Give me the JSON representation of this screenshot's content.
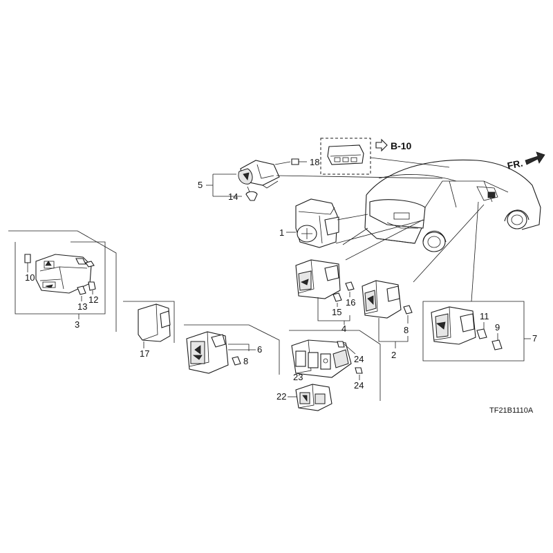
{
  "figure_code": "TF21B1110A",
  "direction_label": "FR.",
  "reference": "B-10",
  "callouts": {
    "c1": "1",
    "c2": "2",
    "c3": "3",
    "c4": "4",
    "c5": "5",
    "c6": "6",
    "c7": "7",
    "c8a": "8",
    "c8b": "8",
    "c9": "9",
    "c10": "10",
    "c11": "11",
    "c12": "12",
    "c13": "13",
    "c14": "14",
    "c15": "15",
    "c16a": "16",
    "c17": "17",
    "c18": "18",
    "c22": "22",
    "c23": "23",
    "c24a": "24",
    "c24b": "24"
  }
}
